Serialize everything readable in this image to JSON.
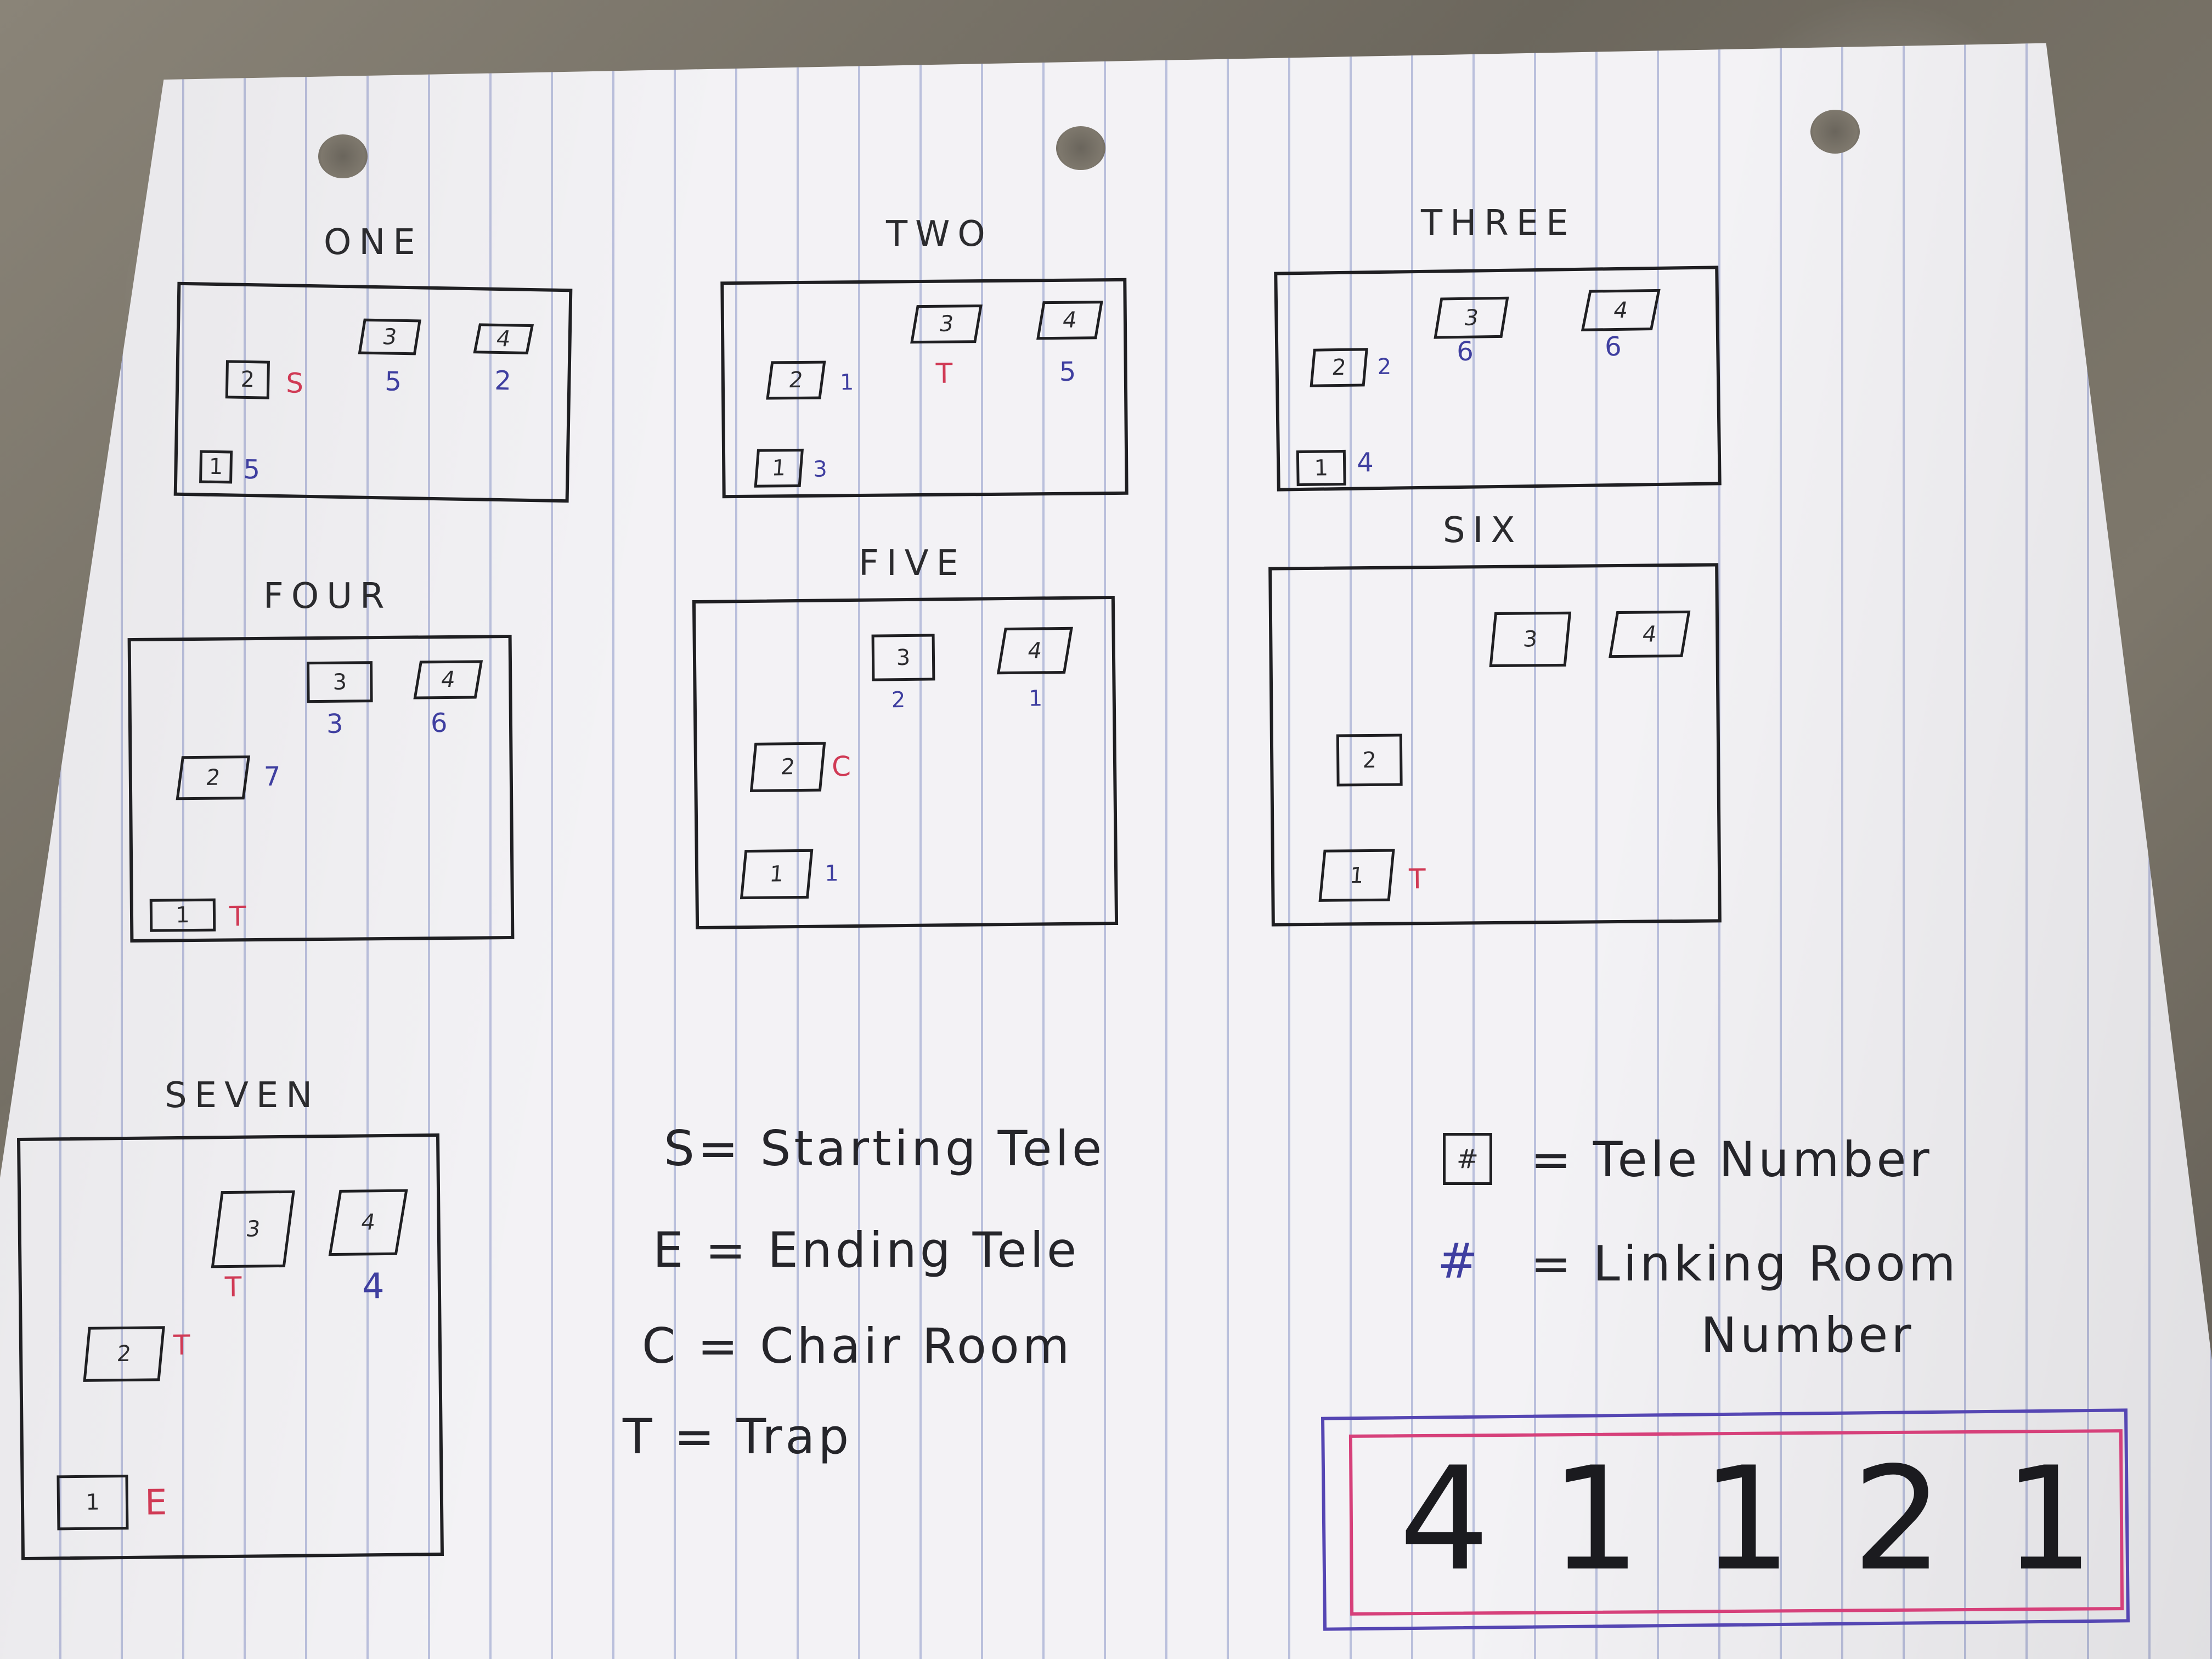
{
  "rooms": [
    {
      "title": "ONE",
      "teles": [
        {
          "num": "1",
          "link": "5",
          "mark": ""
        },
        {
          "num": "2",
          "link": "",
          "mark": "S"
        },
        {
          "num": "3",
          "link": "5",
          "mark": ""
        },
        {
          "num": "4",
          "link": "2",
          "mark": ""
        }
      ]
    },
    {
      "title": "TWO",
      "teles": [
        {
          "num": "1",
          "link": "3",
          "mark": ""
        },
        {
          "num": "2",
          "link": "1",
          "mark": ""
        },
        {
          "num": "3",
          "link": "",
          "mark": "T"
        },
        {
          "num": "4",
          "link": "5",
          "mark": ""
        }
      ]
    },
    {
      "title": "THREE",
      "teles": [
        {
          "num": "1",
          "link": "4",
          "mark": ""
        },
        {
          "num": "2",
          "link": "2",
          "mark": ""
        },
        {
          "num": "3",
          "link": "6",
          "mark": ""
        },
        {
          "num": "4",
          "link": "6",
          "mark": ""
        }
      ]
    },
    {
      "title": "FOUR",
      "teles": [
        {
          "num": "1",
          "link": "",
          "mark": "T"
        },
        {
          "num": "2",
          "link": "7",
          "mark": ""
        },
        {
          "num": "3",
          "link": "3",
          "mark": ""
        },
        {
          "num": "4",
          "link": "6",
          "mark": ""
        }
      ]
    },
    {
      "title": "FIVE",
      "teles": [
        {
          "num": "1",
          "link": "1",
          "mark": ""
        },
        {
          "num": "2",
          "link": "",
          "mark": "C"
        },
        {
          "num": "3",
          "link": "2",
          "mark": ""
        },
        {
          "num": "4",
          "link": "1",
          "mark": ""
        }
      ]
    },
    {
      "title": "SIX",
      "teles": [
        {
          "num": "1",
          "link": "",
          "mark": "T"
        },
        {
          "num": "2",
          "link": "",
          "mark": ""
        },
        {
          "num": "3",
          "link": "",
          "mark": ""
        },
        {
          "num": "4",
          "link": "",
          "mark": ""
        }
      ]
    },
    {
      "title": "SEVEN",
      "teles": [
        {
          "num": "1",
          "link": "",
          "mark": "E"
        },
        {
          "num": "2",
          "link": "",
          "mark": "T"
        },
        {
          "num": "3",
          "link": "",
          "mark": "T"
        },
        {
          "num": "4",
          "link": "4",
          "mark": ""
        }
      ]
    }
  ],
  "legend": {
    "starting": "S= Starting  Tele",
    "ending": "E = Ending   Tele",
    "chair": "C = Chair  Room",
    "trap": "T = Trap",
    "tele_symbol": "#",
    "tele_number": "= Tele  Number",
    "link_symbol": "#",
    "link_number_line1": "= Linking   Room",
    "link_number_line2": "Number"
  },
  "code": "41121",
  "colors": {
    "ink": "#1f1f22",
    "link_blue": "#3f3fa0",
    "mark_red": "#d03a55",
    "box_purple": "#5546b3",
    "box_pink": "#d6407a"
  }
}
